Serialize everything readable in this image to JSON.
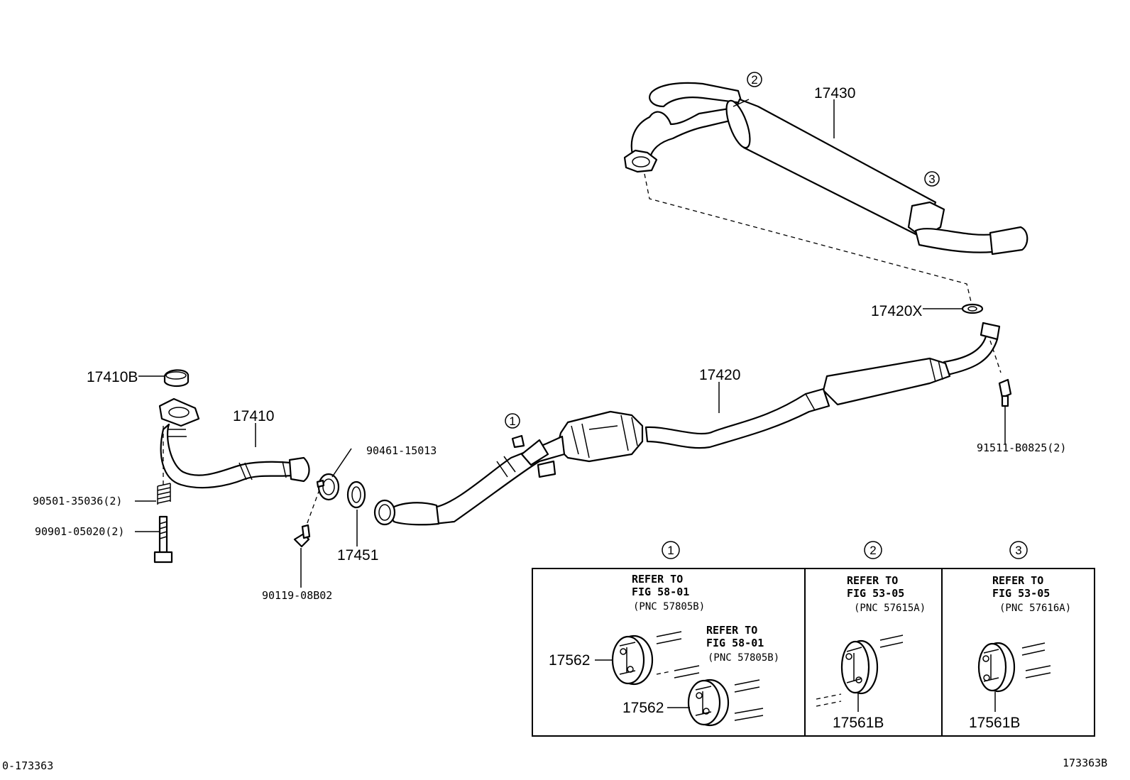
{
  "parts": {
    "muffler": "17430",
    "gasket_tail": "17420X",
    "center_pipe": "17420",
    "gasket_front": "17410B",
    "front_pipe": "17410",
    "spring": "90501-35036(2)",
    "bolt_front": "90901-05020(2)",
    "clamp": "90461-15013",
    "ring_gasket": "17451",
    "bolt_small": "90119-08B02",
    "bolt_rear": "91511-B0825(2)"
  },
  "callouts": [
    "1",
    "2",
    "3"
  ],
  "panels": [
    {
      "number": "1",
      "refer_a": "REFER TO",
      "fig_a": "FIG 58-01",
      "pnc_a": "(PNC 57805B)",
      "refer_b": "REFER TO",
      "fig_b": "FIG 58-01",
      "pnc_b": "(PNC 57805B)",
      "part_a": "17562",
      "part_b": "17562"
    },
    {
      "number": "2",
      "refer": "REFER TO",
      "fig": "FIG 53-05",
      "pnc": "(PNC 57615A)",
      "part": "17561B"
    },
    {
      "number": "3",
      "refer": "REFER TO",
      "fig": "FIG 53-05",
      "pnc": "(PNC 57616A)",
      "part": "17561B"
    }
  ],
  "footer": {
    "left_code": "0-173363",
    "right_code": "173363B"
  }
}
